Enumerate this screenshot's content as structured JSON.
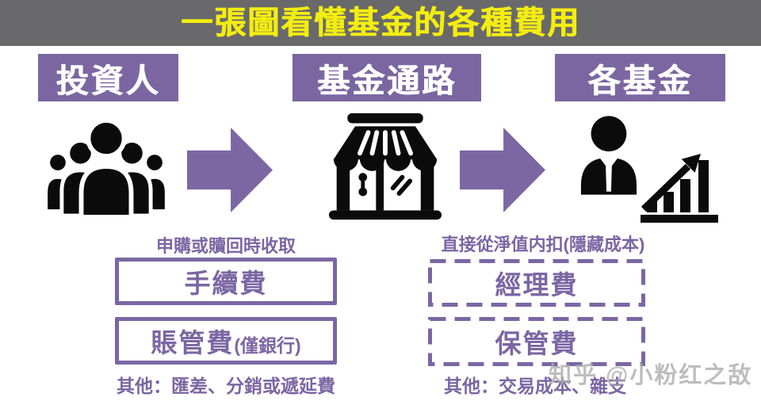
{
  "banner": {
    "title": "一張圖看懂基金的各種費用"
  },
  "headers": {
    "investor": "投資人",
    "channel": "基金通路",
    "funds": "各基金"
  },
  "left_section": {
    "caption": "申購或贖回時收取",
    "fee1": "手續費",
    "fee2_main": "賬管費",
    "fee2_note": "(僅銀行)",
    "other": "其他：匯差、分銷或遞延費"
  },
  "right_section": {
    "caption": "直接從淨值内扣(隱藏成本)",
    "fee1": "經理費",
    "fee2": "保管費",
    "other": "其他：交易成本、雜支"
  },
  "watermark": "知乎 @小粉红之敌",
  "icons": {
    "investor": "people-group-icon",
    "channel": "storefront-icon",
    "funds_person": "businessman-icon",
    "funds_chart": "growth-bar-chart-icon",
    "flow": "right-arrow"
  },
  "colors": {
    "banner_bg": "#69696c",
    "banner_text": "#f3ed11",
    "purple": "#7b66a1",
    "icon_black": "#0b0b0b",
    "watermark_gray": "#acacac",
    "background": "#ffffff"
  }
}
